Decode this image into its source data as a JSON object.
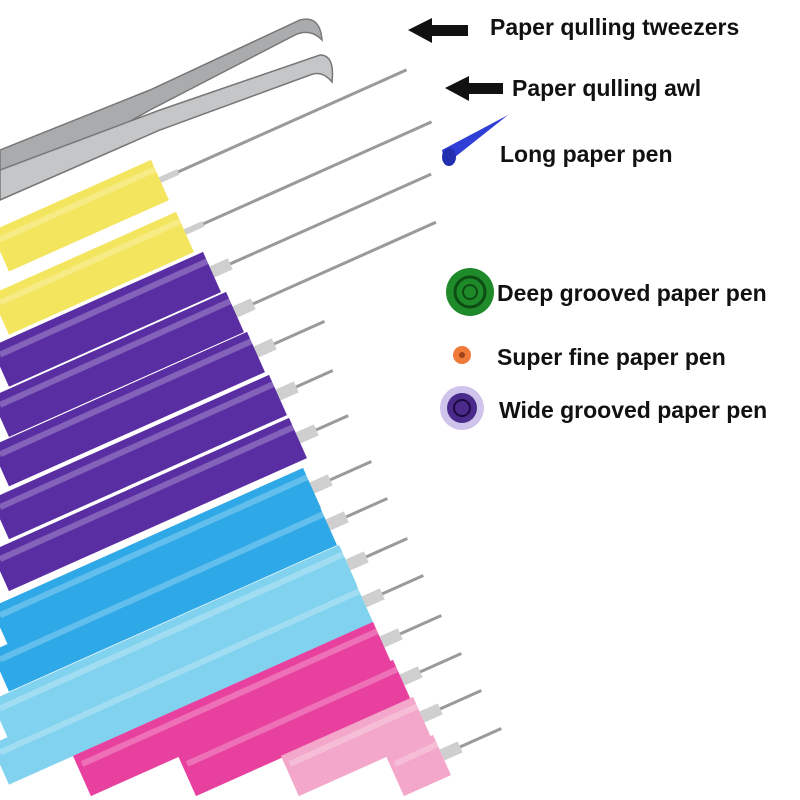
{
  "labels": {
    "tweezers": "Paper qulling tweezers",
    "awl": "Paper qulling awl",
    "long_pen": "Long paper pen",
    "deep_grooved": "Deep grooved paper pen",
    "super_fine": "Super fine paper pen",
    "wide_grooved": "Wide grooved paper pen"
  },
  "colors": {
    "yellow": "#f4e55e",
    "purple": "#5a2ea3",
    "blue": "#2ea8e6",
    "light_blue": "#80d2ef",
    "pink": "#e8409f",
    "light_pink": "#f3a7ca",
    "long_pen": "#2f3fd6",
    "deep_grooved": "#1f8a2a",
    "super_fine": "#f07a3a",
    "wide_grooved": "#4a2a8a"
  }
}
